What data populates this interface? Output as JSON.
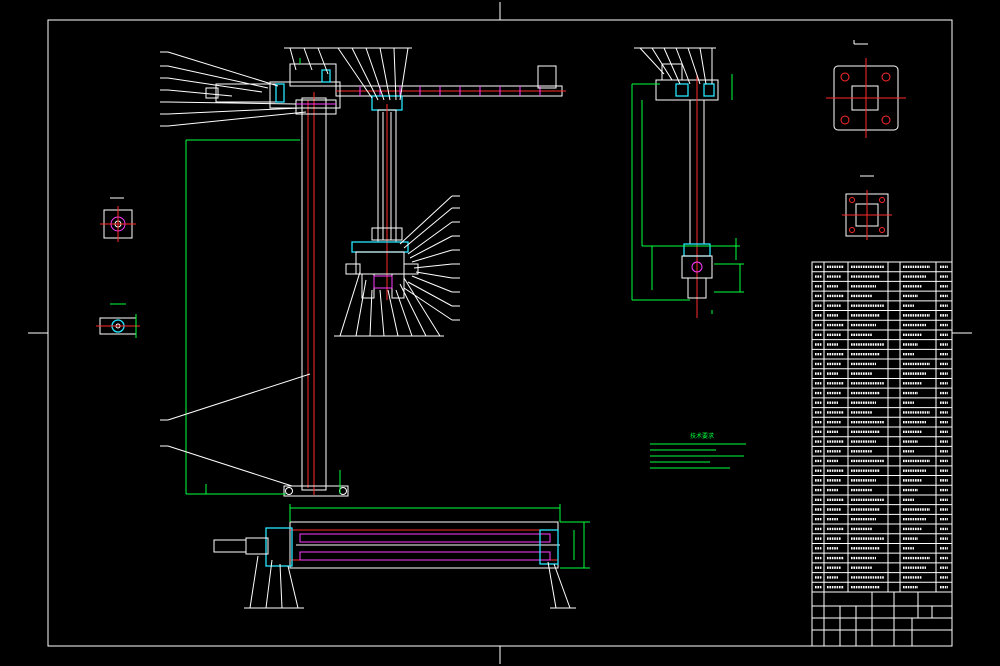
{
  "drawing": {
    "background": "#000000",
    "colors": {
      "frame": "#ffffff",
      "dimension": "#00ff3c",
      "centerline": "#ff2a2a",
      "section": "#27e6ff",
      "hidden": "#ff3cff"
    },
    "icons": [
      "centering-mark-icon",
      "balloon-leader-icon",
      "flange-plate-icon"
    ],
    "notes_title": "技术要求",
    "parts_table_rows": 34,
    "title_block_rows": 3
  }
}
